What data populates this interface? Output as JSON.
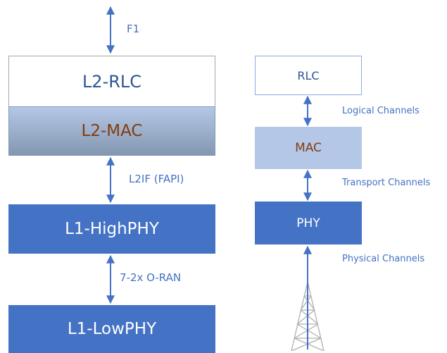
{
  "left_stack": {
    "f1": "F1",
    "rlc": "L2-RLC",
    "mac": "L2-MAC",
    "l2if": "L2IF (FAPI)",
    "highphy": "L1-HighPHY",
    "oran": "7-2x O-RAN",
    "lowphy": "L1-LowPHY"
  },
  "right_stack": {
    "rlc": "RLC",
    "logical": "Logical Channels",
    "mac": "MAC",
    "transport": "Transport Channels",
    "phy": "PHY",
    "physical": "Physical Channels"
  },
  "colors": {
    "accent": "#4472c4",
    "mac_text": "#843c0c",
    "light_blue": "#b4c7e7",
    "tower": "#b0b0b0"
  },
  "icons": {
    "antenna": "antenna-tower-icon"
  }
}
